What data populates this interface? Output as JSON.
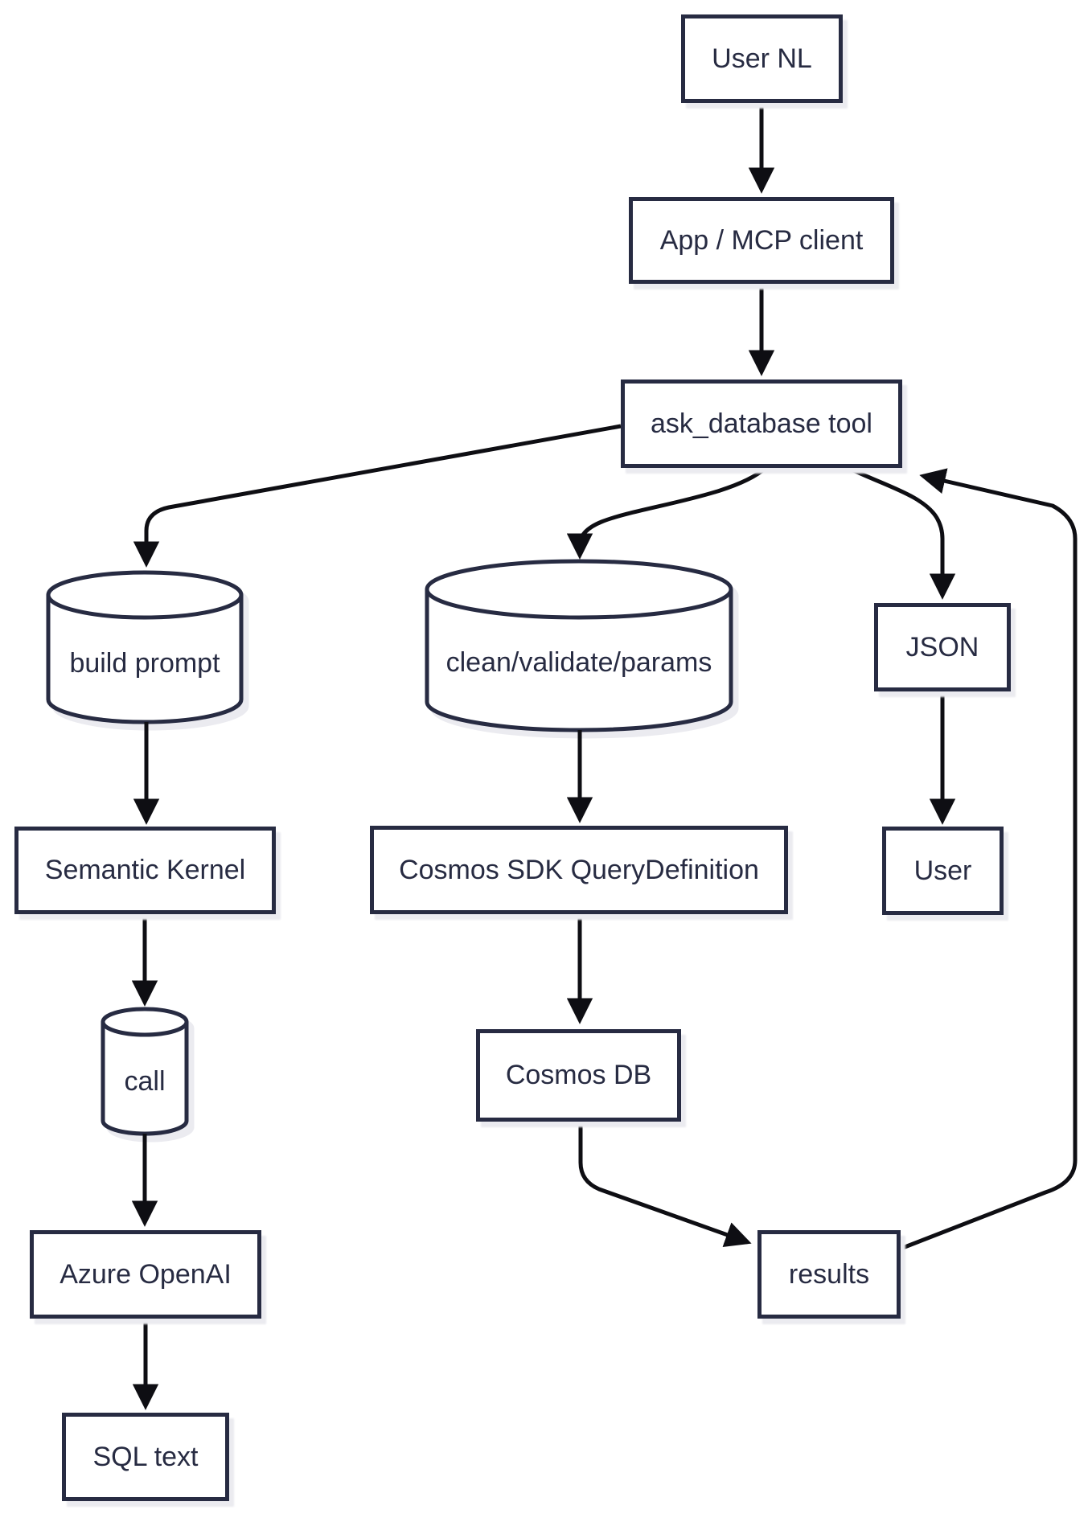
{
  "diagram": {
    "type": "flowchart",
    "colors": {
      "outline": "#272b42",
      "arrow": "#0e0e13",
      "fill": "#ffffff",
      "shadow": "#ebebf0",
      "background": "#ffffff",
      "text": "#272b42"
    },
    "nodes": {
      "user_nl": {
        "label": "User NL",
        "shape": "rect"
      },
      "app_mcp": {
        "label": "App / MCP client",
        "shape": "rect"
      },
      "ask_tool": {
        "label": "ask_database tool",
        "shape": "rect"
      },
      "build_prompt": {
        "label": "build prompt",
        "shape": "cylinder"
      },
      "clean_validate": {
        "label": "clean/validate/params",
        "shape": "cylinder"
      },
      "json": {
        "label": "JSON",
        "shape": "rect"
      },
      "user": {
        "label": "User",
        "shape": "rect"
      },
      "semantic_kernel": {
        "label": "Semantic Kernel",
        "shape": "rect"
      },
      "cosmos_sdk": {
        "label": "Cosmos SDK QueryDefinition",
        "shape": "rect"
      },
      "call": {
        "label": "call",
        "shape": "cylinder"
      },
      "cosmos_db": {
        "label": "Cosmos DB",
        "shape": "rect"
      },
      "azure_openai": {
        "label": "Azure OpenAI",
        "shape": "rect"
      },
      "sql_text": {
        "label": "SQL text",
        "shape": "rect"
      },
      "results": {
        "label": "results",
        "shape": "rect"
      }
    },
    "edges": [
      {
        "from": "user_nl",
        "to": "app_mcp"
      },
      {
        "from": "app_mcp",
        "to": "ask_tool"
      },
      {
        "from": "ask_tool",
        "to": "build_prompt"
      },
      {
        "from": "ask_tool",
        "to": "clean_validate"
      },
      {
        "from": "ask_tool",
        "to": "json"
      },
      {
        "from": "json",
        "to": "user"
      },
      {
        "from": "build_prompt",
        "to": "semantic_kernel"
      },
      {
        "from": "semantic_kernel",
        "to": "call"
      },
      {
        "from": "call",
        "to": "azure_openai"
      },
      {
        "from": "azure_openai",
        "to": "sql_text"
      },
      {
        "from": "clean_validate",
        "to": "cosmos_sdk"
      },
      {
        "from": "cosmos_sdk",
        "to": "cosmos_db"
      },
      {
        "from": "cosmos_db",
        "to": "results"
      },
      {
        "from": "results",
        "to": "ask_tool"
      }
    ]
  }
}
